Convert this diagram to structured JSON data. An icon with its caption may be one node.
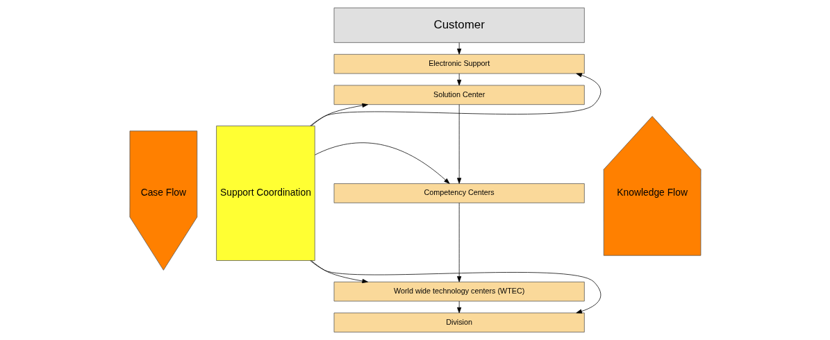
{
  "diagram": {
    "nodes": [
      {
        "text": [
          "Customer"
        ]
      },
      {
        "text": [
          "Electronic Support"
        ]
      },
      {
        "text": [
          "Solution Center"
        ]
      },
      {
        "text": [
          "Competency Centers"
        ]
      },
      {
        "text": [
          "World wide technology centers (WTEC)"
        ]
      },
      {
        "text": [
          "Division"
        ]
      },
      {
        "text": [
          "Support Coordination"
        ]
      },
      {
        "text": [
          "Case Flow"
        ]
      },
      {
        "text": [
          "Knowledge Flow"
        ]
      }
    ],
    "edges": [
      {
        "from": 0,
        "to": 1,
        "arrow": "to"
      },
      {
        "from": 1,
        "to": 2,
        "arrow": "to"
      },
      {
        "from": 2,
        "to": 3,
        "arrow": "to"
      },
      {
        "from": 3,
        "to": 4,
        "arrow": "to"
      },
      {
        "from": 4,
        "to": 5,
        "arrow": "to"
      },
      {
        "from": 6,
        "to": 1,
        "arrow": "to"
      },
      {
        "from": 6,
        "to": 2,
        "arrow": "to"
      },
      {
        "from": 6,
        "to": 3,
        "arrow": "to"
      },
      {
        "from": 6,
        "to": 4,
        "arrow": "to"
      },
      {
        "from": 6,
        "to": 5,
        "arrow": "to"
      }
    ]
  }
}
